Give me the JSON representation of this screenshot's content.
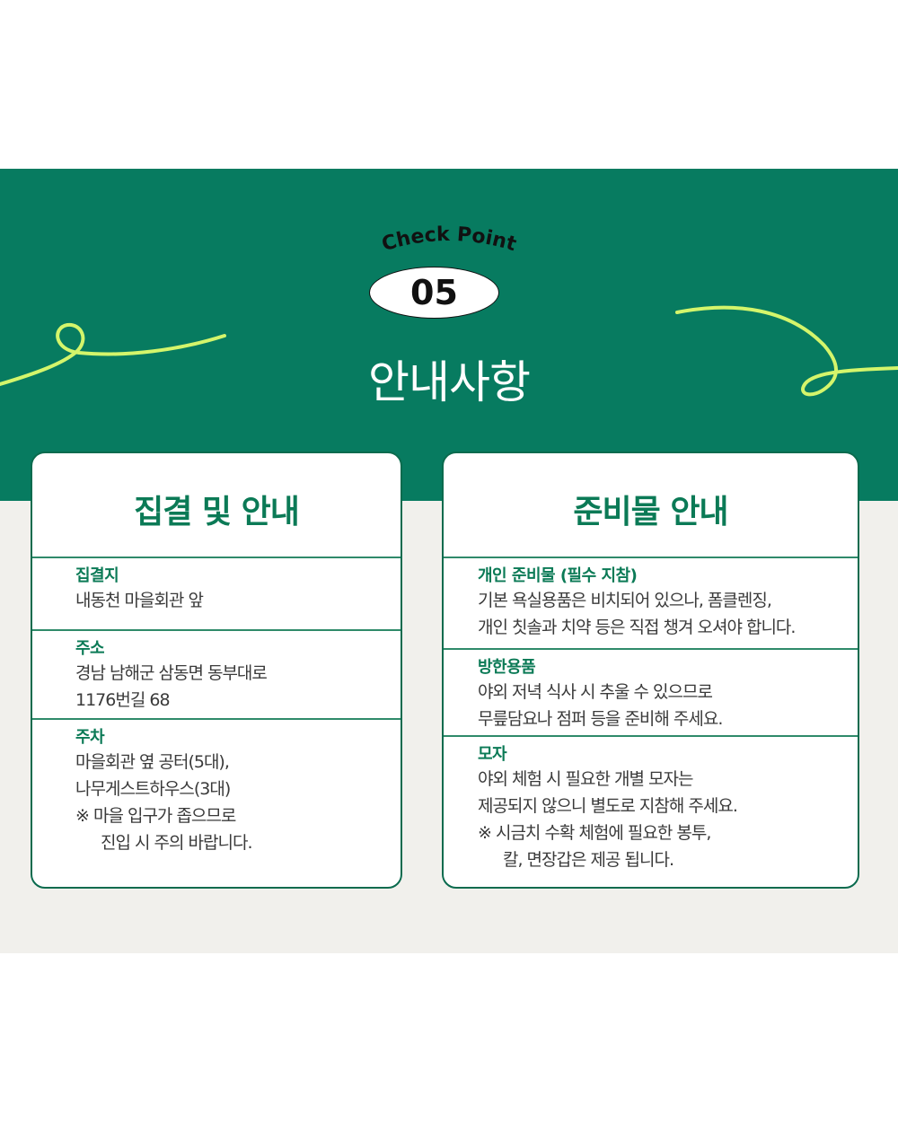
{
  "header": {
    "checkpoint_label": "Check Point",
    "checkpoint_number": "05",
    "title": "안내사항"
  },
  "colors": {
    "green_band": "#077b60",
    "accent_line": "#d4f56b",
    "beige_band": "#f1f0ec",
    "heading_green": "#0b7a56",
    "body_text": "#3a3a3a"
  },
  "cards": {
    "meeting": {
      "title": "집결 및 안내",
      "sections": [
        {
          "label": "집결지",
          "lines": [
            "내동천 마을회관 앞"
          ]
        },
        {
          "label": "주소",
          "lines": [
            "경남 남해군 삼동면 동부대로",
            "1176번길 68"
          ]
        },
        {
          "label": "주차",
          "lines": [
            "마을회관 옆 공터(5대),",
            "나무게스트하우스(3대)",
            "※ 마을 입구가 좁으므로",
            "진입 시 주의 바랍니다."
          ]
        }
      ]
    },
    "supplies": {
      "title": "준비물 안내",
      "sections": [
        {
          "label": "개인 준비물 (필수 지참)",
          "lines": [
            "기본 욕실용품은 비치되어 있으나, 폼클렌징,",
            "개인 칫솔과 치약 등은 직접 챙겨 오셔야 합니다."
          ]
        },
        {
          "label": "방한용품",
          "lines": [
            "야외 저녁 식사 시 추울 수 있으므로",
            "무릎담요나 점퍼 등을 준비해 주세요."
          ]
        },
        {
          "label": "모자",
          "lines": [
            "야외 체험 시 필요한 개별 모자는",
            "제공되지 않으니 별도로 지참해 주세요.",
            "※ 시금치 수확 체험에 필요한 봉투,",
            "칼, 면장갑은 제공 됩니다."
          ]
        }
      ]
    }
  }
}
